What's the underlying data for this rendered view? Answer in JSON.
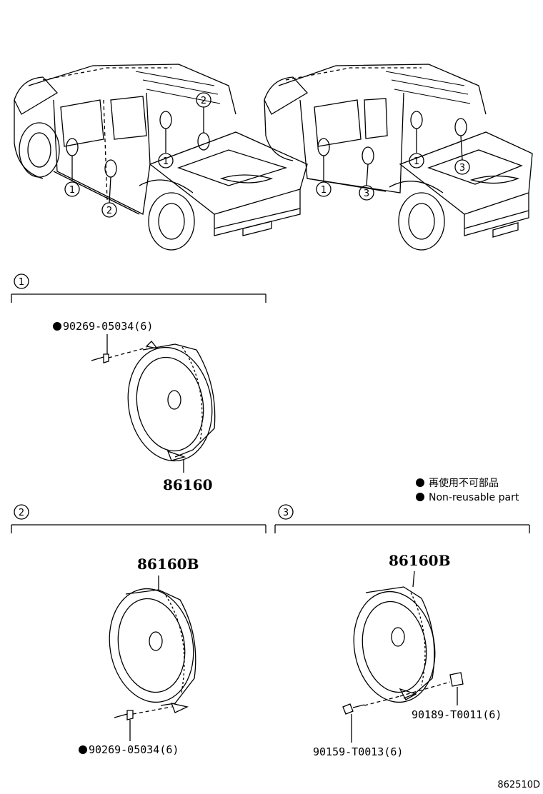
{
  "callouts": {
    "c1": "1",
    "c2": "2",
    "c3": "3"
  },
  "section1": {
    "marker": "1",
    "bolt_label": "90269-05034(6)",
    "part_label": "86160"
  },
  "section2": {
    "marker": "2",
    "part_label": "86160B",
    "bolt_label": "90269-05034(6)"
  },
  "section3": {
    "marker": "3",
    "part_label": "86160B",
    "clip_label": "90189-T0011(6)",
    "screw_label": "90159-T0013(6)"
  },
  "legend": {
    "line_ja": "再使用不可部品",
    "line_en": "Non-reusable part"
  },
  "figure_code": "862510D"
}
